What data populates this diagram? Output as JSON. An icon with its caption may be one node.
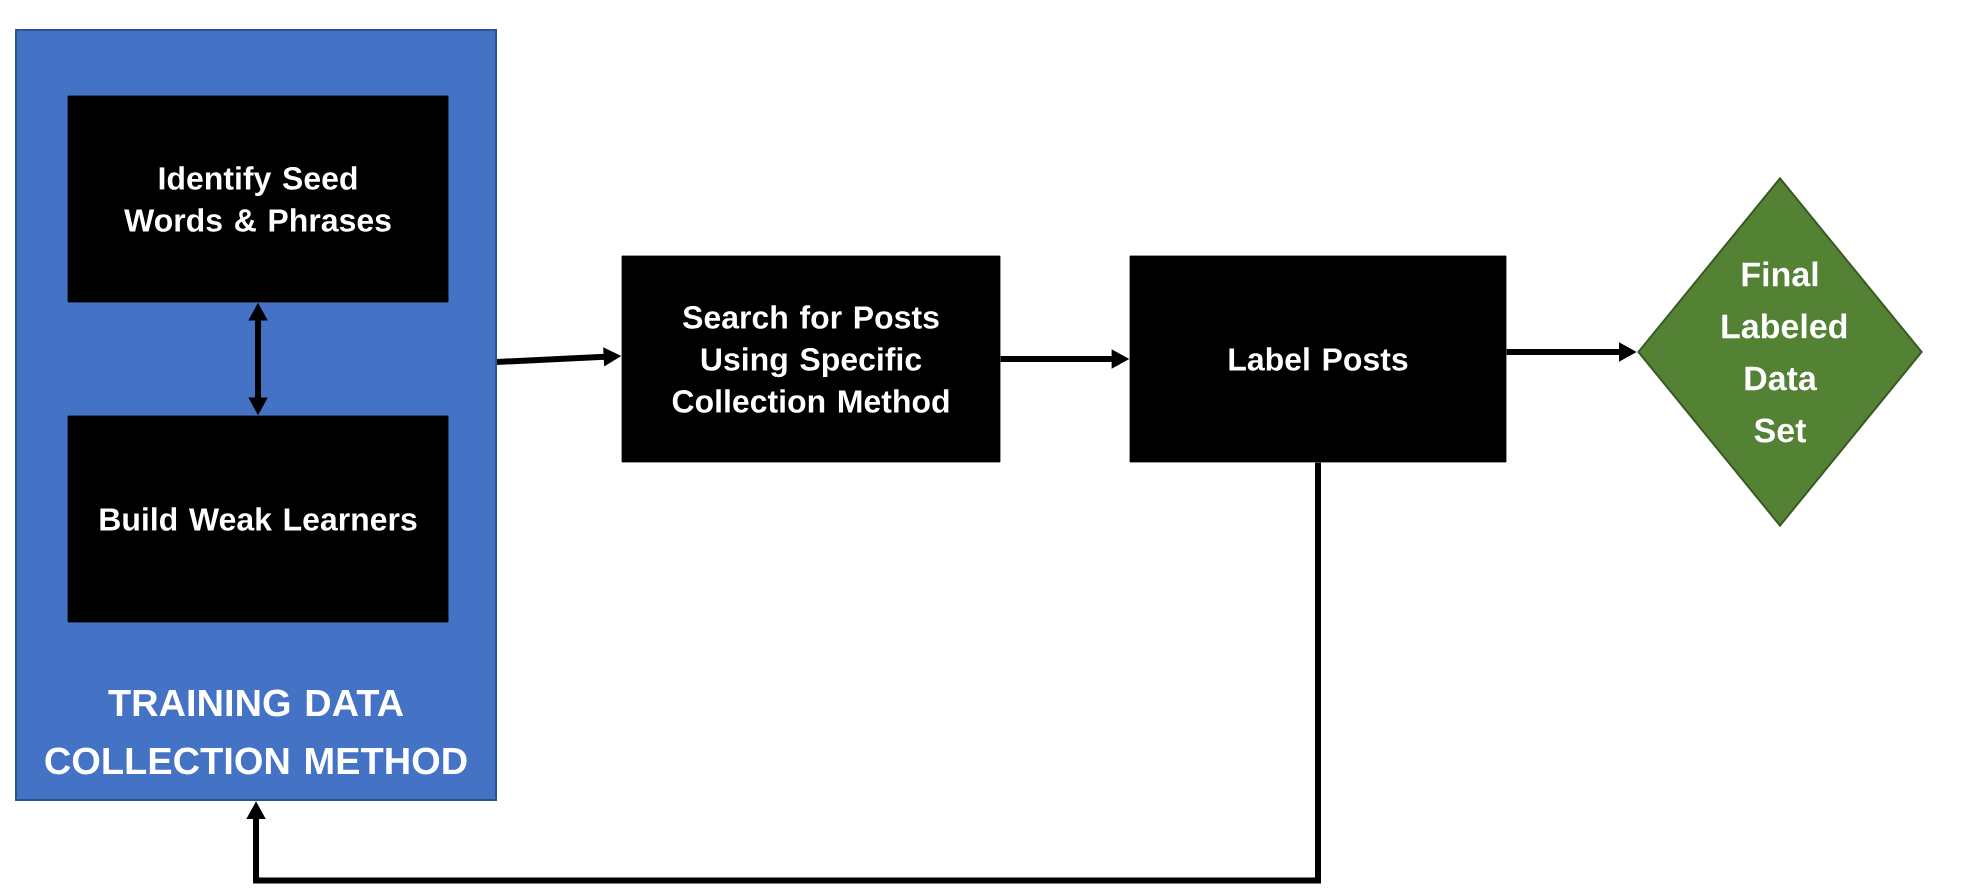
{
  "diagram": {
    "nodes": [
      {
        "text": [
          "TRAINING DATA COLLECTION METHOD"
        ]
      },
      {
        "text": [
          "Identify Seed Words & Phrases"
        ],
        "in": 0
      },
      {
        "text": [
          "Build Weak Learners"
        ],
        "in": 0
      },
      {
        "text": [
          "Search for Posts Using Specific Collection Method"
        ]
      },
      {
        "text": [
          "Label Posts"
        ]
      },
      {
        "text": [
          "Final Labeled Data Set"
        ]
      }
    ],
    "edges": [
      {
        "from": 1,
        "to": 2,
        "arrow": "both"
      },
      {
        "from": 0,
        "to": 3,
        "arrow": "to"
      },
      {
        "from": 3,
        "to": 4,
        "arrow": "to"
      },
      {
        "from": 4,
        "to": 5,
        "arrow": "to"
      },
      {
        "from": 4,
        "to": 0,
        "arrow": "to"
      }
    ]
  }
}
